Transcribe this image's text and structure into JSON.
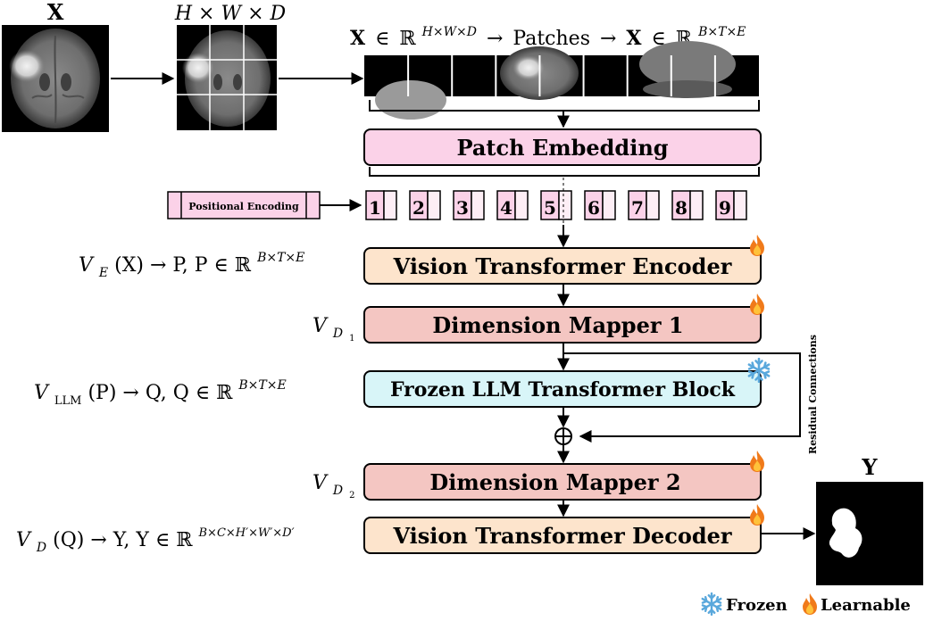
{
  "input": {
    "image_label": "X",
    "grid_label": "H × W × D",
    "header_math": {
      "x1": "X",
      "in1": "∈",
      "R1": "ℝ",
      "sup1": "H×W×D",
      "arrow1": "→",
      "patches_word": "Patches",
      "arrow2": "→",
      "x2": "X",
      "in2": "∈",
      "R2": "ℝ",
      "sup2": "B×T×E"
    },
    "patch_count": 9
  },
  "blocks": {
    "patch_embedding": "Patch Embedding",
    "positional_encoding": "Positional Encoding",
    "token_numbers": [
      "1",
      "2",
      "3",
      "4",
      "5",
      "6",
      "7",
      "8",
      "9"
    ],
    "vit_encoder": "Vision Transformer Encoder",
    "dim_mapper_1": "Dimension Mapper 1",
    "frozen_llm": "Frozen LLM Transformer Block",
    "dim_mapper_2": "Dimension Mapper 2",
    "vit_decoder": "Vision Transformer Decoder",
    "residual": "Residual Connections",
    "sum_symbol": "⊕"
  },
  "equations": {
    "encoder": {
      "f": "V",
      "sub": "E",
      "arg": "(X) → P, P ∈ ℝ",
      "sup": "B×T×E"
    },
    "mapper1": {
      "f": "V",
      "sub": "D",
      "subsub": "1"
    },
    "llm": {
      "f": "V",
      "sub": "LLM",
      "arg": "(P) → Q, Q ∈ ℝ",
      "sup": "B×T×E"
    },
    "mapper2": {
      "f": "V",
      "sub": "D",
      "subsub": "2"
    },
    "decoder": {
      "f": "V",
      "sub": "D",
      "arg": "(Q) → Y, Y ∈ ℝ",
      "sup": "B×C×H′×W′×D′"
    }
  },
  "output": {
    "label": "Y"
  },
  "legend": {
    "frozen": "Frozen",
    "learnable": "Learnable"
  },
  "colors": {
    "pink": "#fbd2e8",
    "peach": "#fde4cc",
    "salmon": "#f4c6c2",
    "cyan": "#d8f5f8",
    "flame": "#f07a1a",
    "snow": "#5aa8dc"
  }
}
